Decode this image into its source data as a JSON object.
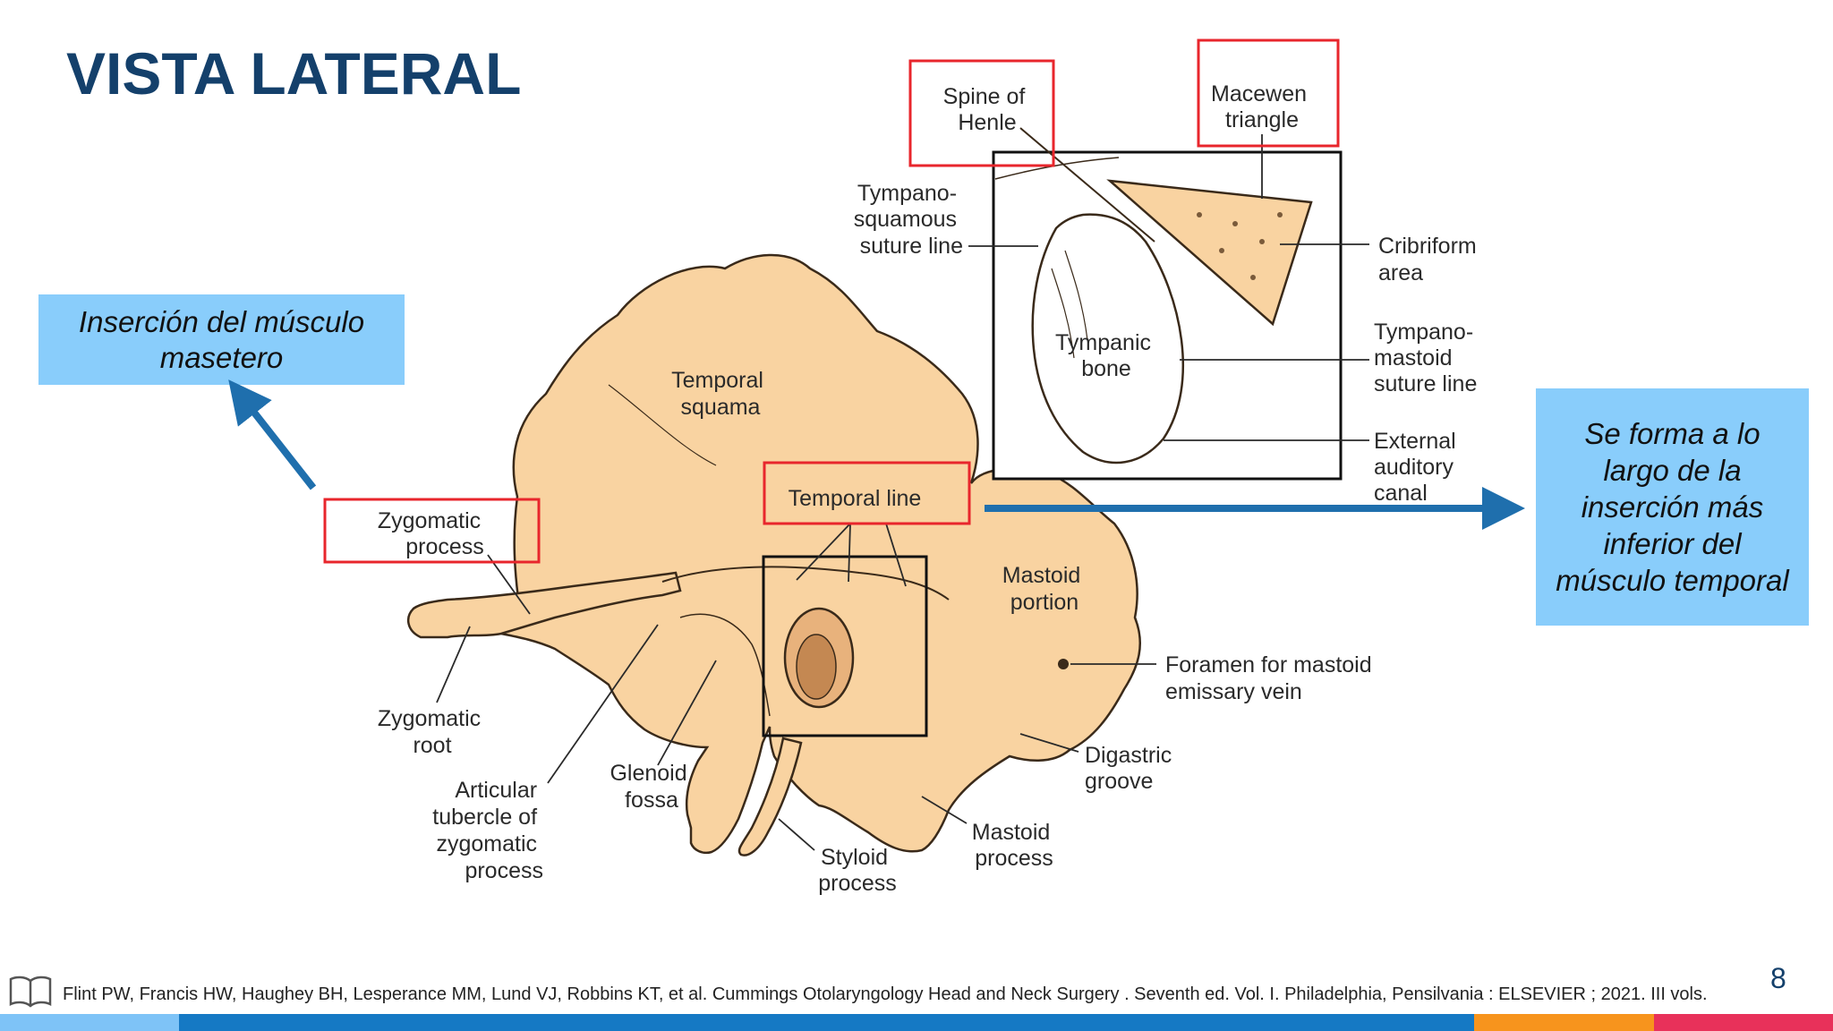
{
  "slide": {
    "title": "VISTA LATERAL",
    "page_number": "8"
  },
  "callouts": {
    "left": "Inserción del músculo masetero",
    "right": "Se forma a lo largo de la inserción más inferior del músculo temporal"
  },
  "labels": {
    "spine_of_henle": [
      "Spine of",
      "Henle"
    ],
    "macewen_triangle": [
      "Macewen",
      "triangle"
    ],
    "tympanosquamous": [
      "Tympano-",
      "squamous",
      "suture line"
    ],
    "cribriform": [
      "Cribriform",
      "area"
    ],
    "tympanic_bone": [
      "Tympanic",
      "bone"
    ],
    "tympanomastoid": [
      "Tympano-",
      "mastoid",
      "suture line"
    ],
    "external_auditory": [
      "External",
      "auditory",
      "canal"
    ],
    "temporal_squama": [
      "Temporal",
      "squama"
    ],
    "temporal_line": "Temporal line",
    "zygomatic_process": [
      "Zygomatic",
      "process"
    ],
    "mastoid_portion": [
      "Mastoid",
      "portion"
    ],
    "foramen_mastoid": [
      "Foramen for mastoid",
      "emissary vein"
    ],
    "zygomatic_root": [
      "Zygomatic",
      "root"
    ],
    "glenoid_fossa": [
      "Glenoid",
      "fossa"
    ],
    "articular_tubercle": [
      "Articular",
      "tubercle of",
      "zygomatic",
      "process"
    ],
    "digastric_groove": [
      "Digastric",
      "groove"
    ],
    "mastoid_process": [
      "Mastoid",
      "process"
    ],
    "styloid_process": [
      "Styloid",
      "process"
    ]
  },
  "reference": "Flint PW, Francis HW, Haughey BH, Lesperance MM, Lund VJ, Robbins KT, et al. Cummings Otolaryngology Head and Neck Surgery . Seventh ed. Vol. I. Philadelphia, Pensilvania : ELSEVIER ; 2021. III vols.",
  "icons": {
    "reference": "open-book-icon"
  },
  "colors": {
    "title": "#14406b",
    "callout_bg": "#89cdfb",
    "highlight_box": "#e8262c",
    "arrow": "#1f6fad",
    "bone_fill": "#f9d3a1",
    "bar": [
      "#7ec3f7",
      "#1579c4",
      "#f7941d",
      "#e8315a"
    ]
  }
}
